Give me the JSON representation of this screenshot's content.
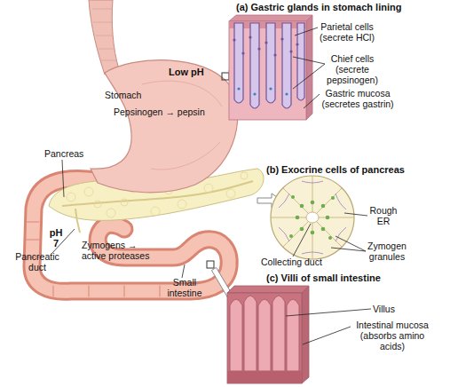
{
  "diagram": {
    "nodes": [
      {
        "text": [
          "(a) Gastric glands in stomach lining"
        ]
      },
      {
        "text": [
          "(b) Exocrine cells of pancreas"
        ]
      },
      {
        "text": [
          "(c) Villi of small intestine"
        ]
      }
    ],
    "labels": [
      "Parietal cells (secrete HCl)",
      "Chief cells (secrete pepsinogen)",
      "Gastric mucosa (secretes gastrin)",
      "Low pH",
      "Stomach",
      "Pepsinogen → pepsin",
      "Pancreas",
      "Rough ER",
      "Zymogen granules",
      "Collecting duct",
      "pH 7",
      "Pancreatic duct",
      "Zymogens → active proteases",
      "Small intestine",
      "Villus",
      "Intestinal mucosa (absorbs amino acids)"
    ]
  }
}
